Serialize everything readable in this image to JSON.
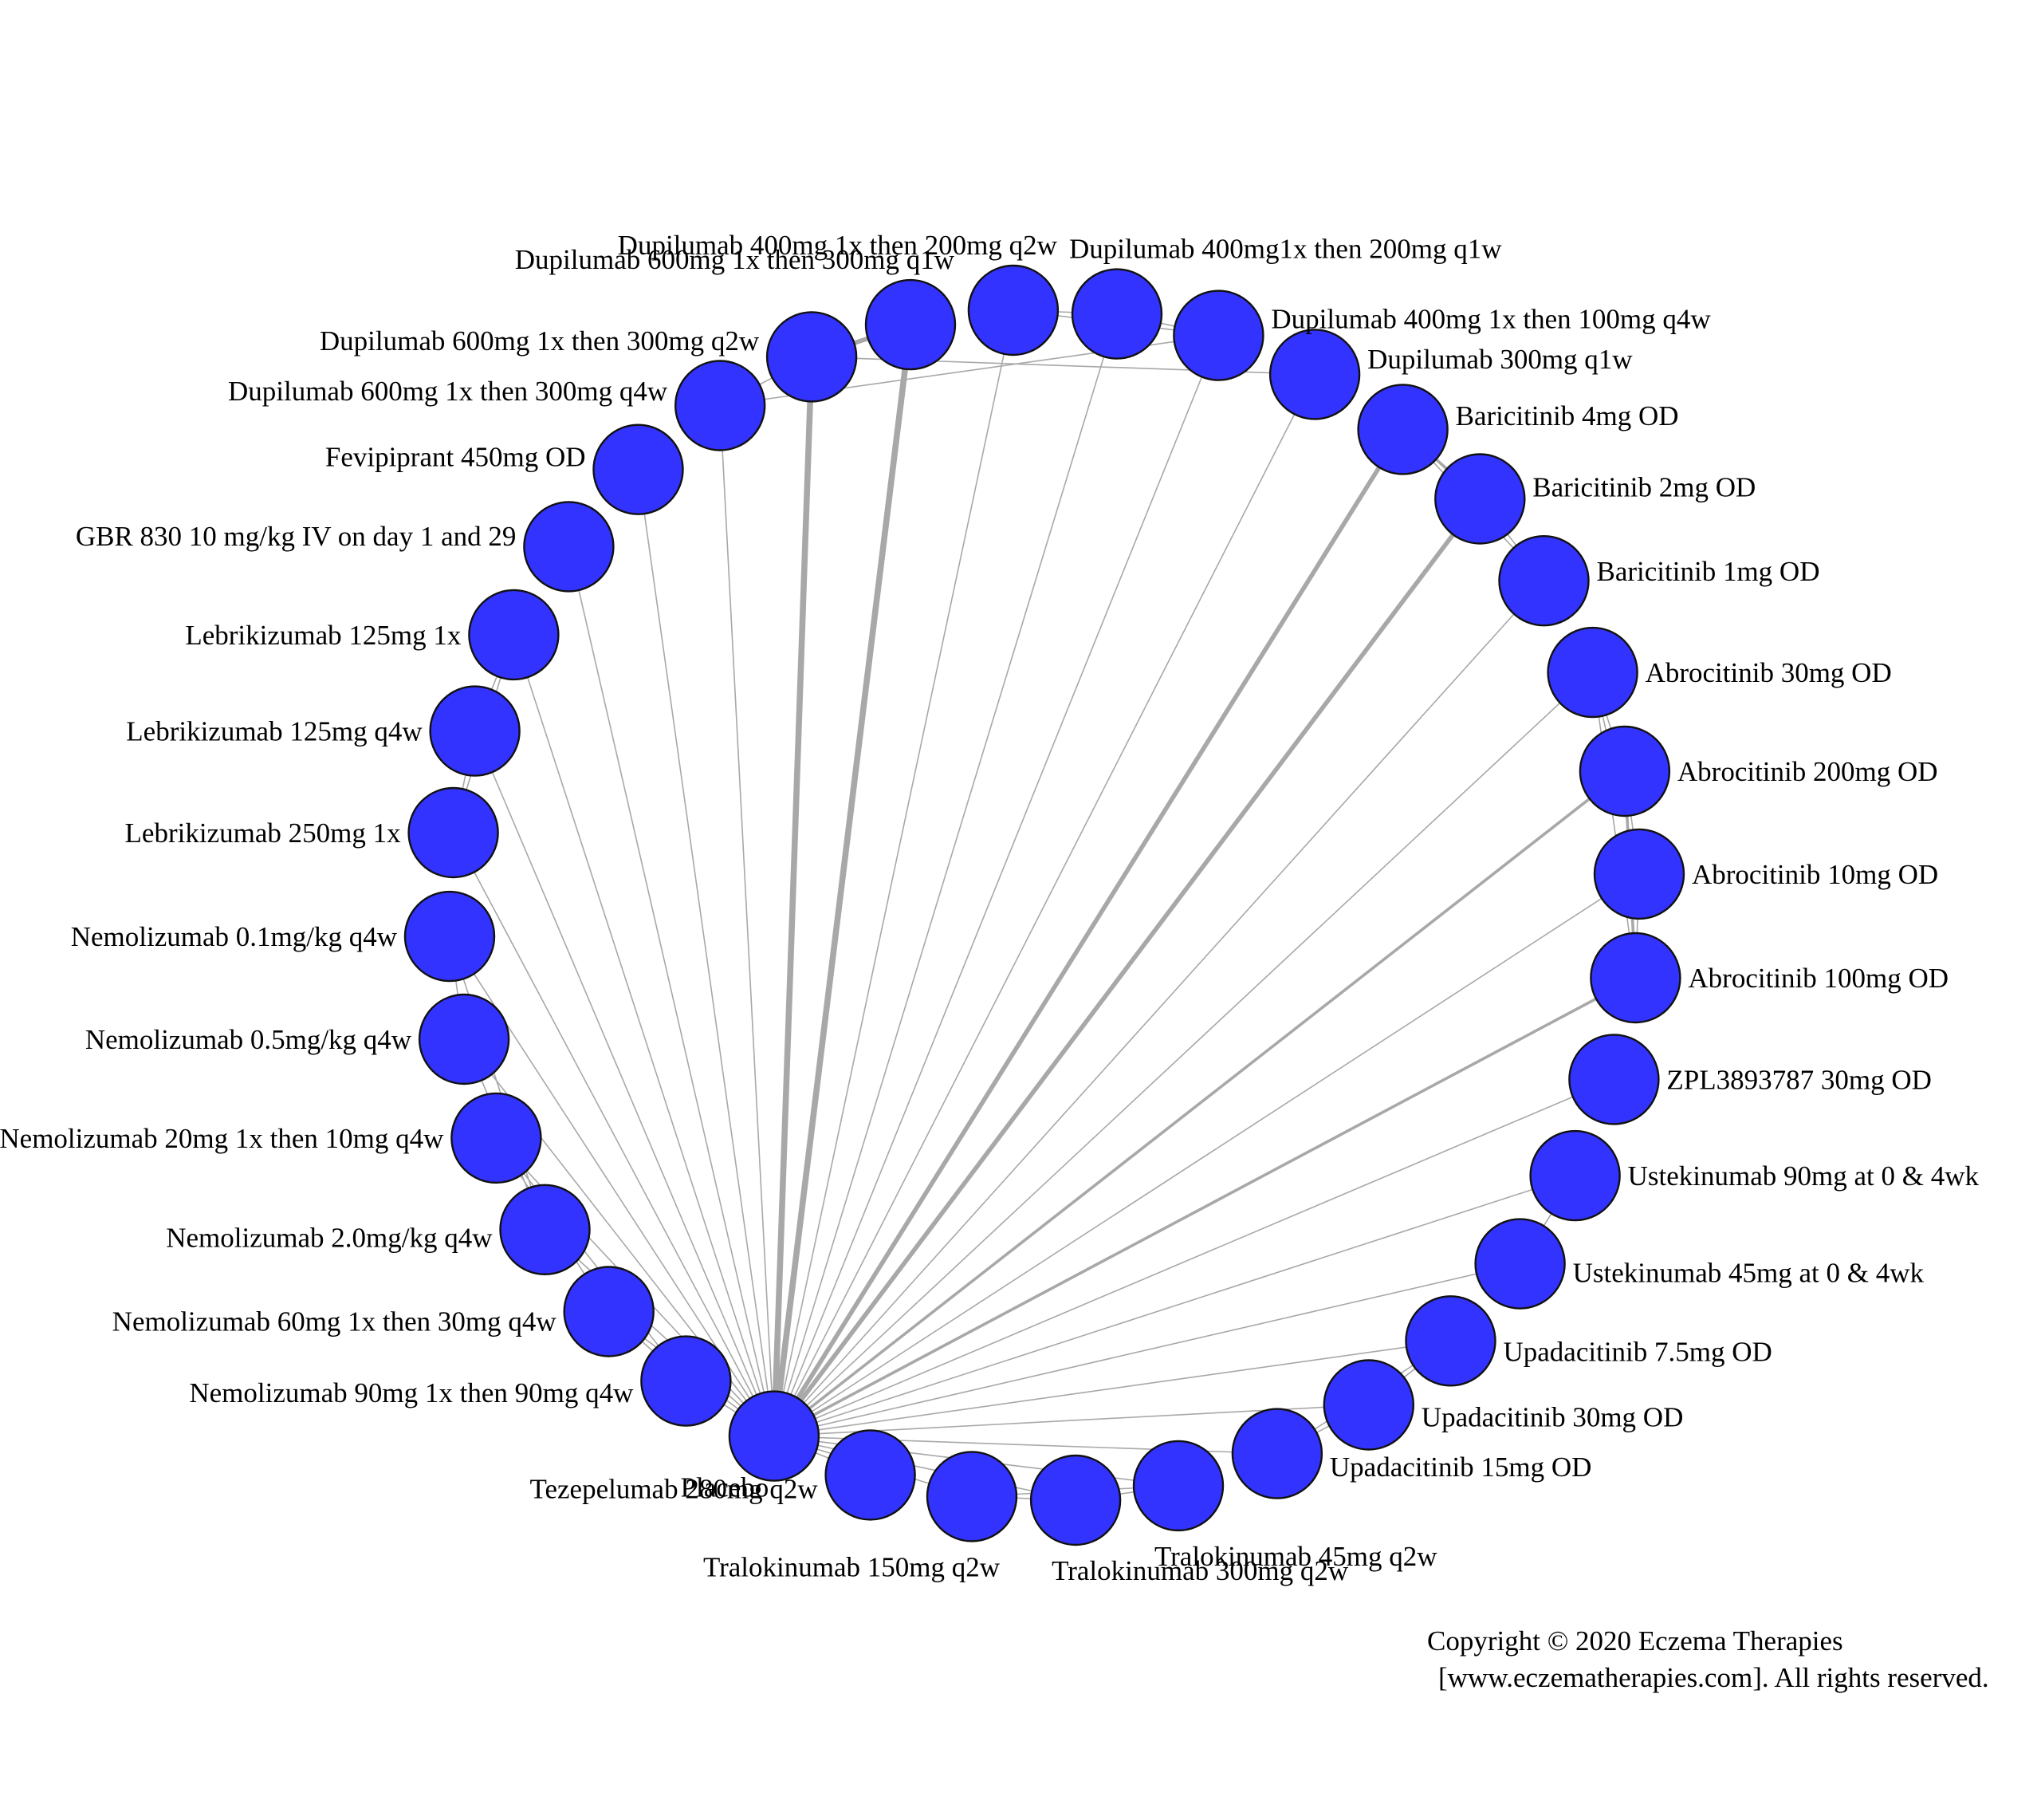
{
  "colors": {
    "node_fill": "#3333ff",
    "node_stroke": "#111111",
    "edge": "#a8a8a8",
    "background": "#ffffff"
  },
  "network": {
    "nodes": [
      {
        "id": "placebo",
        "label": "Placebo"
      },
      {
        "id": "tezepelumab-280-q2w",
        "label": "Tezepelumab 280mg q2w"
      },
      {
        "id": "tralokinumab-150-q2w",
        "label": "Tralokinumab 150mg q2w"
      },
      {
        "id": "tralokinumab-300-q2w",
        "label": "Tralokinumab 300mg q2w"
      },
      {
        "id": "tralokinumab-45-q2w",
        "label": "Tralokinumab 45mg q2w"
      },
      {
        "id": "upadacitinib-15",
        "label": "Upadacitinib 15mg OD"
      },
      {
        "id": "upadacitinib-30",
        "label": "Upadacitinib 30mg OD"
      },
      {
        "id": "upadacitinib-7-5",
        "label": "Upadacitinib 7.5mg OD"
      },
      {
        "id": "ustekinumab-45",
        "label": "Ustekinumab 45mg at 0 & 4wk"
      },
      {
        "id": "ustekinumab-90",
        "label": "Ustekinumab 90mg at 0 & 4wk"
      },
      {
        "id": "zpl3893787-30",
        "label": "ZPL3893787 30mg OD"
      },
      {
        "id": "abrocitinib-100",
        "label": "Abrocitinib 100mg OD"
      },
      {
        "id": "abrocitinib-10",
        "label": "Abrocitinib 10mg OD"
      },
      {
        "id": "abrocitinib-200",
        "label": "Abrocitinib 200mg OD"
      },
      {
        "id": "abrocitinib-30",
        "label": "Abrocitinib 30mg OD"
      },
      {
        "id": "baricitinib-1",
        "label": "Baricitinib 1mg OD"
      },
      {
        "id": "baricitinib-2",
        "label": "Baricitinib 2mg OD"
      },
      {
        "id": "baricitinib-4",
        "label": "Baricitinib 4mg OD"
      },
      {
        "id": "dupilumab-300-q1w",
        "label": "Dupilumab 300mg q1w"
      },
      {
        "id": "dupilumab-400-100-q4w",
        "label": "Dupilumab 400mg 1x then 100mg q4w"
      },
      {
        "id": "dupilumab-400-200-q1w",
        "label": "Dupilumab 400mg1x then 200mg q1w"
      },
      {
        "id": "dupilumab-400-200-q2w",
        "label": "Dupilumab 400mg 1x then 200mg q2w"
      },
      {
        "id": "dupilumab-600-300-q1w",
        "label": "Dupilumab 600mg 1x then 300mg q1w"
      },
      {
        "id": "dupilumab-600-300-q2w",
        "label": "Dupilumab 600mg 1x then 300mg q2w"
      },
      {
        "id": "dupilumab-600-300-q4w",
        "label": "Dupilumab 600mg 1x then 300mg q4w"
      },
      {
        "id": "fevipiprant-450",
        "label": "Fevipiprant 450mg OD"
      },
      {
        "id": "gbr830-10",
        "label": "GBR 830 10 mg/kg IV on day 1 and 29"
      },
      {
        "id": "lebrikizumab-125-1x",
        "label": "Lebrikizumab 125mg 1x"
      },
      {
        "id": "lebrikizumab-125-q4w",
        "label": "Lebrikizumab 125mg q4w"
      },
      {
        "id": "lebrikizumab-250-1x",
        "label": "Lebrikizumab 250mg 1x"
      },
      {
        "id": "nemolizumab-0-1",
        "label": "Nemolizumab 0.1mg/kg q4w"
      },
      {
        "id": "nemolizumab-0-5",
        "label": "Nemolizumab 0.5mg/kg q4w"
      },
      {
        "id": "nemolizumab-20-10",
        "label": "Nemolizumab 20mg 1x then 10mg q4w"
      },
      {
        "id": "nemolizumab-2-0",
        "label": "Nemolizumab 2.0mg/kg q4w"
      },
      {
        "id": "nemolizumab-60-30",
        "label": "Nemolizumab 60mg 1x then 30mg q4w"
      },
      {
        "id": "nemolizumab-90-90",
        "label": "Nemolizumab 90mg 1x then 90mg q4w"
      }
    ],
    "edges": [
      {
        "from": "placebo",
        "to": "tezepelumab-280-q2w",
        "weight": 1
      },
      {
        "from": "placebo",
        "to": "tralokinumab-150-q2w",
        "weight": 1
      },
      {
        "from": "placebo",
        "to": "tralokinumab-300-q2w",
        "weight": 1
      },
      {
        "from": "placebo",
        "to": "tralokinumab-45-q2w",
        "weight": 1
      },
      {
        "from": "placebo",
        "to": "upadacitinib-15",
        "weight": 1
      },
      {
        "from": "placebo",
        "to": "upadacitinib-30",
        "weight": 1
      },
      {
        "from": "placebo",
        "to": "upadacitinib-7-5",
        "weight": 1
      },
      {
        "from": "placebo",
        "to": "ustekinumab-45",
        "weight": 1
      },
      {
        "from": "placebo",
        "to": "ustekinumab-90",
        "weight": 1
      },
      {
        "from": "placebo",
        "to": "zpl3893787-30",
        "weight": 1
      },
      {
        "from": "placebo",
        "to": "abrocitinib-100",
        "weight": 2
      },
      {
        "from": "placebo",
        "to": "abrocitinib-10",
        "weight": 1
      },
      {
        "from": "placebo",
        "to": "abrocitinib-200",
        "weight": 2
      },
      {
        "from": "placebo",
        "to": "abrocitinib-30",
        "weight": 1
      },
      {
        "from": "placebo",
        "to": "baricitinib-1",
        "weight": 1
      },
      {
        "from": "placebo",
        "to": "baricitinib-2",
        "weight": 3
      },
      {
        "from": "placebo",
        "to": "baricitinib-4",
        "weight": 3
      },
      {
        "from": "placebo",
        "to": "dupilumab-300-q1w",
        "weight": 1
      },
      {
        "from": "placebo",
        "to": "dupilumab-400-100-q4w",
        "weight": 1
      },
      {
        "from": "placebo",
        "to": "dupilumab-400-200-q1w",
        "weight": 1
      },
      {
        "from": "placebo",
        "to": "dupilumab-400-200-q2w",
        "weight": 1
      },
      {
        "from": "placebo",
        "to": "dupilumab-600-300-q1w",
        "weight": 4
      },
      {
        "from": "placebo",
        "to": "dupilumab-600-300-q2w",
        "weight": 4
      },
      {
        "from": "placebo",
        "to": "dupilumab-600-300-q4w",
        "weight": 1
      },
      {
        "from": "placebo",
        "to": "fevipiprant-450",
        "weight": 1
      },
      {
        "from": "placebo",
        "to": "gbr830-10",
        "weight": 1
      },
      {
        "from": "placebo",
        "to": "lebrikizumab-125-1x",
        "weight": 1
      },
      {
        "from": "placebo",
        "to": "lebrikizumab-125-q4w",
        "weight": 1
      },
      {
        "from": "placebo",
        "to": "lebrikizumab-250-1x",
        "weight": 1
      },
      {
        "from": "placebo",
        "to": "nemolizumab-0-1",
        "weight": 1
      },
      {
        "from": "placebo",
        "to": "nemolizumab-0-5",
        "weight": 1
      },
      {
        "from": "placebo",
        "to": "nemolizumab-20-10",
        "weight": 1
      },
      {
        "from": "placebo",
        "to": "nemolizumab-2-0",
        "weight": 1
      },
      {
        "from": "placebo",
        "to": "nemolizumab-60-30",
        "weight": 1
      },
      {
        "from": "placebo",
        "to": "nemolizumab-90-90",
        "weight": 1
      },
      {
        "from": "tralokinumab-150-q2w",
        "to": "tralokinumab-300-q2w",
        "weight": 1
      },
      {
        "from": "tralokinumab-150-q2w",
        "to": "tralokinumab-45-q2w",
        "weight": 1
      },
      {
        "from": "tralokinumab-300-q2w",
        "to": "tralokinumab-45-q2w",
        "weight": 1
      },
      {
        "from": "upadacitinib-15",
        "to": "upadacitinib-30",
        "weight": 1
      },
      {
        "from": "upadacitinib-15",
        "to": "upadacitinib-7-5",
        "weight": 1
      },
      {
        "from": "upadacitinib-30",
        "to": "upadacitinib-7-5",
        "weight": 1
      },
      {
        "from": "ustekinumab-45",
        "to": "ustekinumab-90",
        "weight": 1
      },
      {
        "from": "abrocitinib-100",
        "to": "abrocitinib-10",
        "weight": 1
      },
      {
        "from": "abrocitinib-100",
        "to": "abrocitinib-200",
        "weight": 2
      },
      {
        "from": "abrocitinib-100",
        "to": "abrocitinib-30",
        "weight": 1
      },
      {
        "from": "abrocitinib-10",
        "to": "abrocitinib-200",
        "weight": 1
      },
      {
        "from": "abrocitinib-10",
        "to": "abrocitinib-30",
        "weight": 1
      },
      {
        "from": "abrocitinib-200",
        "to": "abrocitinib-30",
        "weight": 1
      },
      {
        "from": "baricitinib-1",
        "to": "baricitinib-2",
        "weight": 1
      },
      {
        "from": "baricitinib-1",
        "to": "baricitinib-4",
        "weight": 1
      },
      {
        "from": "baricitinib-2",
        "to": "baricitinib-4",
        "weight": 2
      },
      {
        "from": "dupilumab-300-q1w",
        "to": "dupilumab-600-300-q2w",
        "weight": 1
      },
      {
        "from": "dupilumab-400-100-q4w",
        "to": "dupilumab-400-200-q1w",
        "weight": 1
      },
      {
        "from": "dupilumab-400-100-q4w",
        "to": "dupilumab-400-200-q2w",
        "weight": 1
      },
      {
        "from": "dupilumab-400-200-q1w",
        "to": "dupilumab-400-200-q2w",
        "weight": 1
      },
      {
        "from": "dupilumab-400-100-q4w",
        "to": "dupilumab-600-300-q4w",
        "weight": 1
      },
      {
        "from": "dupilumab-600-300-q1w",
        "to": "dupilumab-600-300-q2w",
        "weight": 3
      },
      {
        "from": "dupilumab-600-300-q2w",
        "to": "dupilumab-600-300-q4w",
        "weight": 1
      },
      {
        "from": "lebrikizumab-125-1x",
        "to": "lebrikizumab-125-q4w",
        "weight": 1
      },
      {
        "from": "lebrikizumab-125-q4w",
        "to": "lebrikizumab-250-1x",
        "weight": 1
      },
      {
        "from": "lebrikizumab-125-1x",
        "to": "lebrikizumab-250-1x",
        "weight": 1
      },
      {
        "from": "nemolizumab-0-1",
        "to": "nemolizumab-0-5",
        "weight": 1
      },
      {
        "from": "nemolizumab-0-5",
        "to": "nemolizumab-2-0",
        "weight": 1
      },
      {
        "from": "nemolizumab-0-1",
        "to": "nemolizumab-2-0",
        "weight": 1
      },
      {
        "from": "nemolizumab-20-10",
        "to": "nemolizumab-60-30",
        "weight": 1
      },
      {
        "from": "nemolizumab-60-30",
        "to": "nemolizumab-90-90",
        "weight": 1
      },
      {
        "from": "nemolizumab-20-10",
        "to": "nemolizumab-90-90",
        "weight": 1
      }
    ]
  },
  "copyright": {
    "line1": "Copyright © 2020 Eczema Therapies",
    "line2": "[www.eczematherapies.com]. All rights reserved."
  }
}
